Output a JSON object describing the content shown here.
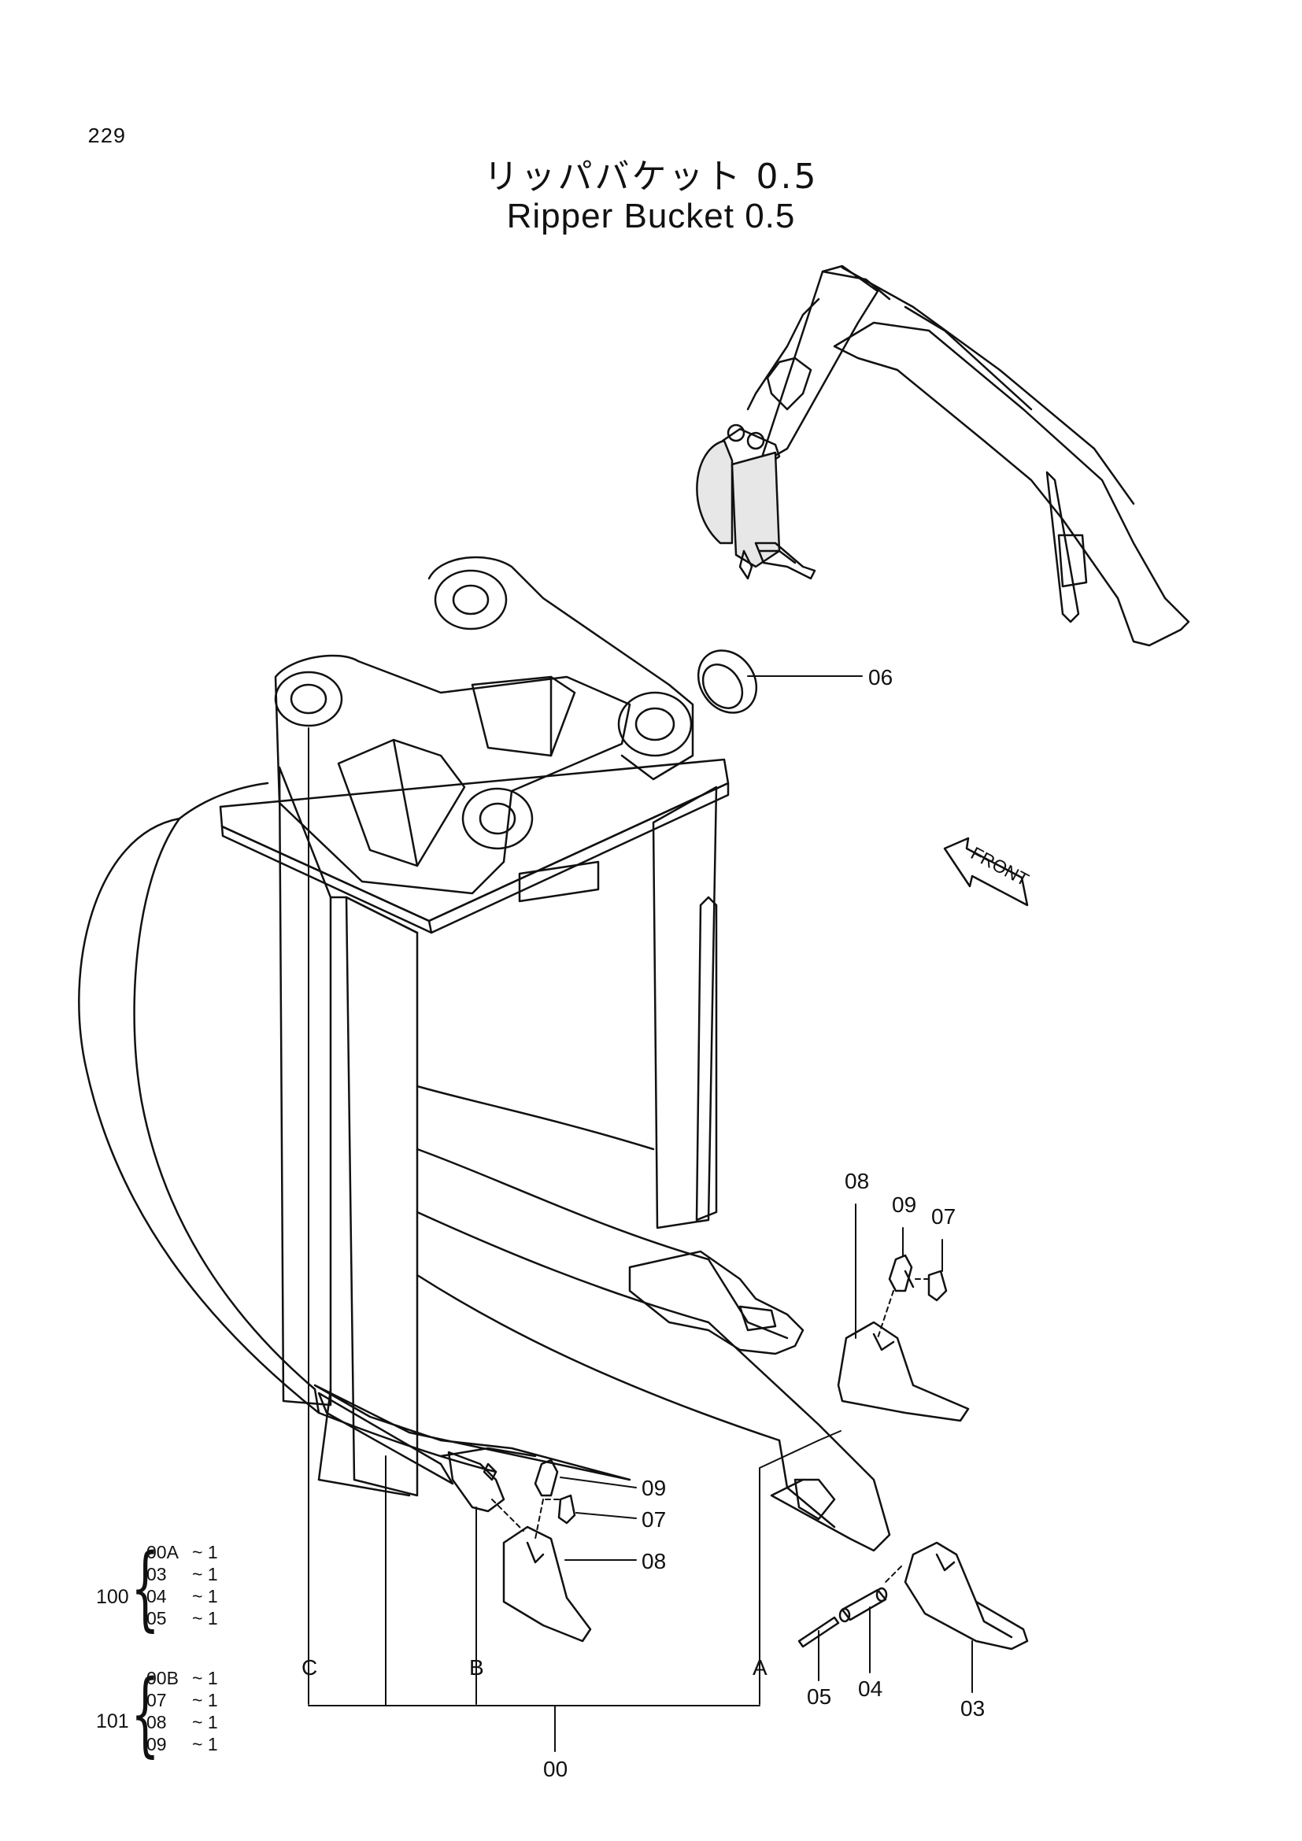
{
  "page_number": "229",
  "title_jp": "リッパバケット 0.5",
  "title_en": "Ripper Bucket 0.5",
  "front_label": "FRONT",
  "callouts": {
    "c06": "06",
    "c08_top": "08",
    "c09_top": "09",
    "c07_top": "07",
    "c09_mid": "09",
    "c07_mid": "07",
    "c08_mid": "08",
    "c05": "05",
    "c04": "04",
    "c03": "03",
    "c00": "00"
  },
  "group_labels": {
    "c": "C",
    "b": "B",
    "a": "A"
  },
  "kits": [
    {
      "number": "100",
      "items": [
        {
          "part": "00A",
          "qty": "~ 1"
        },
        {
          "part": "03",
          "qty": "~ 1"
        },
        {
          "part": "04",
          "qty": "~ 1"
        },
        {
          "part": "05",
          "qty": "~ 1"
        }
      ]
    },
    {
      "number": "101",
      "items": [
        {
          "part": "00B",
          "qty": "~ 1"
        },
        {
          "part": "07",
          "qty": "~ 1"
        },
        {
          "part": "08",
          "qty": "~ 1"
        },
        {
          "part": "09",
          "qty": "~ 1"
        }
      ]
    }
  ]
}
